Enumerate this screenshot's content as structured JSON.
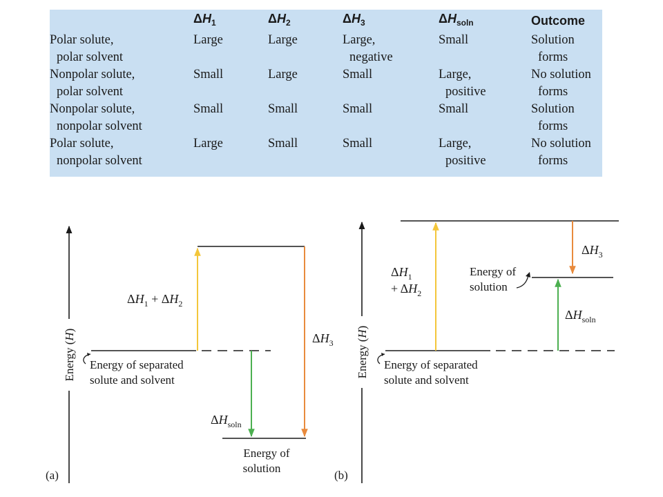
{
  "table": {
    "headers": [
      {
        "id": "row-label",
        "symbol": "",
        "sub": ""
      },
      {
        "id": "dh1",
        "symbol": "ΔH",
        "sub": "1"
      },
      {
        "id": "dh2",
        "symbol": "ΔH",
        "sub": "2"
      },
      {
        "id": "dh3",
        "symbol": "ΔH",
        "sub": "3"
      },
      {
        "id": "dhsoln",
        "symbol": "ΔH",
        "sub": "soln"
      },
      {
        "id": "outcome",
        "text": "Outcome"
      }
    ],
    "rows": [
      {
        "label": [
          "Polar solute,",
          "polar solvent"
        ],
        "dh1": [
          "Large"
        ],
        "dh2": [
          "Large"
        ],
        "dh3": [
          "Large,",
          "negative"
        ],
        "dhsoln": [
          "Small"
        ],
        "outcome": [
          "Solution",
          "forms"
        ]
      },
      {
        "label": [
          "Nonpolar solute,",
          "polar solvent"
        ],
        "dh1": [
          "Small"
        ],
        "dh2": [
          "Large"
        ],
        "dh3": [
          "Small"
        ],
        "dhsoln": [
          "Large,",
          "positive"
        ],
        "outcome": [
          "No solution",
          "forms"
        ]
      },
      {
        "label": [
          "Nonpolar solute,",
          "nonpolar solvent"
        ],
        "dh1": [
          "Small"
        ],
        "dh2": [
          "Small"
        ],
        "dh3": [
          "Small"
        ],
        "dhsoln": [
          "Small"
        ],
        "outcome": [
          "Solution",
          "forms"
        ]
      },
      {
        "label": [
          "Polar solute,",
          "nonpolar solvent"
        ],
        "dh1": [
          "Large"
        ],
        "dh2": [
          "Small"
        ],
        "dh3": [
          "Small"
        ],
        "dhsoln": [
          "Large,",
          "positive"
        ],
        "outcome": [
          "No solution",
          "forms"
        ]
      }
    ]
  },
  "diagram_a": {
    "panel_label": "(a)",
    "axis_label": "Energy (H)",
    "separated_label": [
      "Energy of separated",
      "solute and solvent"
    ],
    "solution_label": [
      "Energy of",
      "solution"
    ],
    "dh12_label": "ΔH1 + ΔH2",
    "dh3_label": "ΔH3",
    "dhsoln_label": "ΔHsoln"
  },
  "diagram_b": {
    "panel_label": "(b)",
    "axis_label": "Energy (H)",
    "separated_label": [
      "Energy of separated",
      "solute and solvent"
    ],
    "solution_label": [
      "Energy of",
      "solution"
    ],
    "dh12_label": [
      "ΔH1",
      "+ ΔH2"
    ],
    "dh3_label": "ΔH3",
    "dhsoln_label": "ΔHsoln"
  },
  "colors": {
    "table_bg": "#c9dff2",
    "arrow_dh12": "#f3c63a",
    "arrow_dh3": "#e88a3c",
    "arrow_dhsoln": "#4caf50",
    "line": "#1a1a1a"
  }
}
